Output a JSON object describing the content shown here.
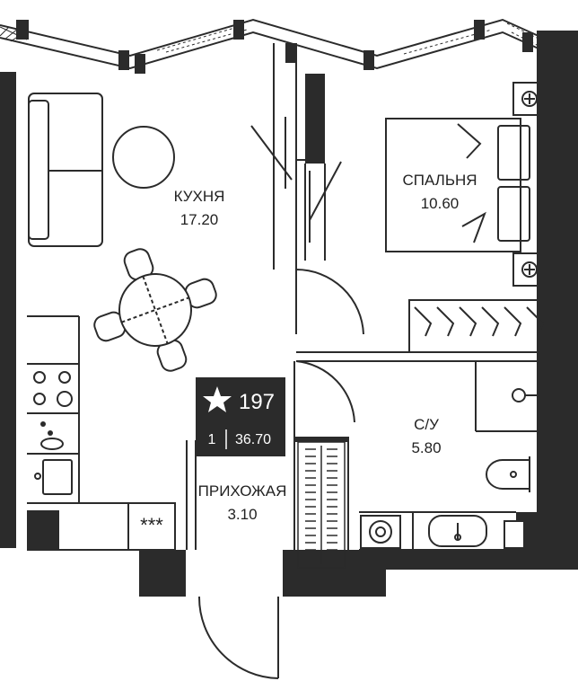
{
  "rooms": {
    "kitchen": {
      "name": "КУХНЯ",
      "area": "17.20"
    },
    "bedroom": {
      "name": "СПАЛЬНЯ",
      "area": "10.60"
    },
    "bathroom": {
      "name": "С/У",
      "area": "5.80"
    },
    "hallway": {
      "name": "ПРИХОЖАЯ",
      "area": "3.10"
    }
  },
  "badge": {
    "number": "197",
    "rooms": "1",
    "total_area": "36.70"
  },
  "stub_label": "***",
  "colors": {
    "wall": "#2b2b2b",
    "line": "#2b2b2b",
    "badge_bg": "#2b2b2b",
    "badge_text": "#ffffff"
  },
  "icons": [
    "star-icon",
    "hob-icon",
    "sink-icon",
    "toilet-icon",
    "washbasin-icon",
    "washing-machine-icon",
    "bed-icon",
    "sofa-icon",
    "dining-table-icon",
    "wardrobe-icon"
  ]
}
